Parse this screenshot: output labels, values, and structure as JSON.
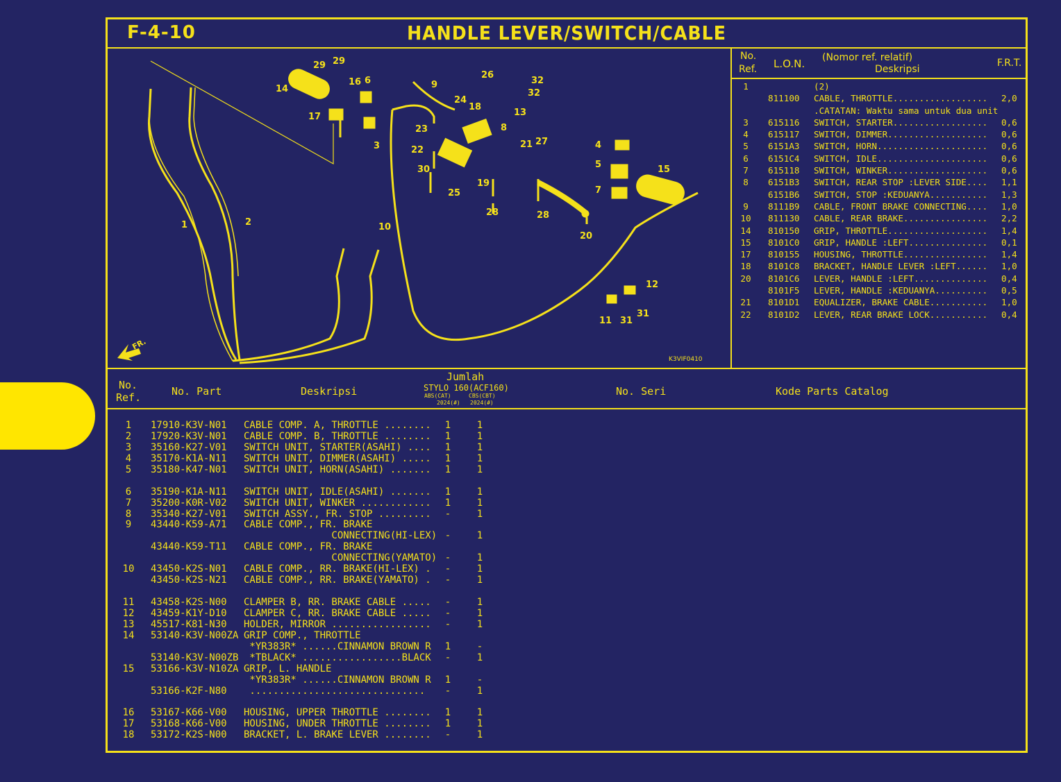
{
  "header": {
    "code": "F-4-10",
    "title": "HANDLE LEVER/SWITCH/CABLE"
  },
  "diagram": {
    "drawing_code": "K3VIF0410",
    "direction": "FR.",
    "callouts": [
      "1",
      "2",
      "3",
      "4",
      "5",
      "6",
      "7",
      "8",
      "9",
      "10",
      "11",
      "12",
      "13",
      "14",
      "15",
      "16",
      "17",
      "18",
      "19",
      "20",
      "21",
      "22",
      "23",
      "24",
      "25",
      "26",
      "27",
      "28",
      "28",
      "29",
      "29",
      "30",
      "31",
      "31",
      "32",
      "32"
    ]
  },
  "ref_panel": {
    "head_no": "No.",
    "head_ref": "Ref.",
    "head_lon": "L.O.N.",
    "head_desc1": "(Nomor ref. relatif)",
    "head_desc2": "Deskripsi",
    "head_frt": "F.R.T.",
    "rows": [
      {
        "ref": "1",
        "lon": "",
        "desc": "(2)",
        "frt": ""
      },
      {
        "ref": "",
        "lon": "811100",
        "desc": "CABLE, THROTTLE..................",
        "frt": "2,0"
      },
      {
        "ref": "",
        "lon": "",
        "desc": ".CATATAN: Waktu sama untuk dua unit",
        "frt": ""
      },
      {
        "ref": "3",
        "lon": "615116",
        "desc": "SWITCH, STARTER..................",
        "frt": "0,6"
      },
      {
        "ref": "4",
        "lon": "615117",
        "desc": "SWITCH, DIMMER...................",
        "frt": "0,6"
      },
      {
        "ref": "5",
        "lon": "6151A3",
        "desc": "SWITCH, HORN.....................",
        "frt": "0,6"
      },
      {
        "ref": "6",
        "lon": "6151C4",
        "desc": "SWITCH, IDLE.....................",
        "frt": "0,6"
      },
      {
        "ref": "7",
        "lon": "615118",
        "desc": "SWITCH, WINKER...................",
        "frt": "0,6"
      },
      {
        "ref": "8",
        "lon": "6151B3",
        "desc": "SWITCH, REAR STOP :LEVER SIDE....",
        "frt": "1,1"
      },
      {
        "ref": "",
        "lon": "6151B6",
        "desc": "SWITCH, STOP :KEDUANYA...........",
        "frt": "1,3"
      },
      {
        "ref": "9",
        "lon": "8111B9",
        "desc": "CABLE, FRONT BRAKE CONNECTING....",
        "frt": "1,0"
      },
      {
        "ref": "10",
        "lon": "811130",
        "desc": "CABLE, REAR BRAKE................",
        "frt": "2,2"
      },
      {
        "ref": "14",
        "lon": "810150",
        "desc": "GRIP, THROTTLE...................",
        "frt": "1,4"
      },
      {
        "ref": "15",
        "lon": "8101C0",
        "desc": "GRIP, HANDLE :LEFT...............",
        "frt": "0,1"
      },
      {
        "ref": "17",
        "lon": "810155",
        "desc": "HOUSING, THROTTLE................",
        "frt": "1,4"
      },
      {
        "ref": "18",
        "lon": "8101C8",
        "desc": "BRACKET, HANDLE LEVER :LEFT......",
        "frt": "1,0"
      },
      {
        "ref": "20",
        "lon": "8101C6",
        "desc": "LEVER, HANDLE :LEFT..............",
        "frt": "0,4"
      },
      {
        "ref": "",
        "lon": "8101F5",
        "desc": "LEVER, HANDLE :KEDUANYA..........",
        "frt": "0,5"
      },
      {
        "ref": "21",
        "lon": "8101D1",
        "desc": "EQUALIZER, BRAKE CABLE...........",
        "frt": "1,0"
      },
      {
        "ref": "22",
        "lon": "8101D2",
        "desc": "LEVER, REAR BRAKE LOCK...........",
        "frt": "0,4"
      }
    ]
  },
  "columns": {
    "no": "No.",
    "ref": "Ref.",
    "part": "No. Part",
    "desc": "Deskripsi",
    "jumlah": "Jumlah",
    "model": "STYLO 160(ACF160)",
    "v1": "ABS(CAT)",
    "v2": "CBS(CBT)",
    "y1": "2024(#)",
    "y2": "2024(#)",
    "seri": "No. Seri",
    "catalog": "Kode Parts Catalog"
  },
  "parts": [
    {
      "ref": "1",
      "part": "17910-K3V-N01",
      "desc": "CABLE COMP. A, THROTTLE ........",
      "q1": "1",
      "q2": "1"
    },
    {
      "ref": "2",
      "part": "17920-K3V-N01",
      "desc": "CABLE COMP. B, THROTTLE ........",
      "q1": "1",
      "q2": "1"
    },
    {
      "ref": "3",
      "part": "35160-K27-V01",
      "desc": "SWITCH UNIT, STARTER(ASAHI) ....",
      "q1": "1",
      "q2": "1"
    },
    {
      "ref": "4",
      "part": "35170-K1A-N11",
      "desc": "SWITCH UNIT, DIMMER(ASAHI) .....",
      "q1": "1",
      "q2": "1"
    },
    {
      "ref": "5",
      "part": "35180-K47-N01",
      "desc": "SWITCH UNIT, HORN(ASAHI) .......",
      "q1": "1",
      "q2": "1"
    },
    {
      "blank": true
    },
    {
      "ref": "6",
      "part": "35190-K1A-N11",
      "desc": "SWITCH UNIT, IDLE(ASAHI) .......",
      "q1": "1",
      "q2": "1"
    },
    {
      "ref": "7",
      "part": "35200-K0R-V02",
      "desc": "SWITCH UNIT, WINKER ............",
      "q1": "1",
      "q2": "1"
    },
    {
      "ref": "8",
      "part": "35340-K27-V01",
      "desc": "SWITCH ASSY., FR. STOP .........",
      "q1": "-",
      "q2": "1"
    },
    {
      "ref": "9",
      "part": "43440-K59-A71",
      "desc": "CABLE COMP., FR. BRAKE",
      "q1": "",
      "q2": ""
    },
    {
      "ref": "",
      "part": "",
      "desc": "               CONNECTING(HI-LEX)",
      "q1": "-",
      "q2": "1"
    },
    {
      "ref": "",
      "part": "43440-K59-T11",
      "desc": "CABLE COMP., FR. BRAKE",
      "q1": "",
      "q2": ""
    },
    {
      "ref": "",
      "part": "",
      "desc": "               CONNECTING(YAMATO)",
      "q1": "-",
      "q2": "1"
    },
    {
      "ref": "10",
      "part": "43450-K2S-N01",
      "desc": "CABLE COMP., RR. BRAKE(HI-LEX) .",
      "q1": "-",
      "q2": "1"
    },
    {
      "ref": "",
      "part": "43450-K2S-N21",
      "desc": "CABLE COMP., RR. BRAKE(YAMATO) .",
      "q1": "-",
      "q2": "1"
    },
    {
      "blank": true
    },
    {
      "ref": "11",
      "part": "43458-K2S-N00",
      "desc": "CLAMPER B, RR. BRAKE CABLE .....",
      "q1": "-",
      "q2": "1"
    },
    {
      "ref": "12",
      "part": "43459-K1Y-D10",
      "desc": "CLAMPER C, RR. BRAKE CABLE .....",
      "q1": "-",
      "q2": "1"
    },
    {
      "ref": "13",
      "part": "45517-K81-N30",
      "desc": "HOLDER, MIRROR .................",
      "q1": "-",
      "q2": "1"
    },
    {
      "ref": "14",
      "part": "53140-K3V-N00ZA",
      "desc": "GRIP COMP., THROTTLE",
      "q1": "",
      "q2": ""
    },
    {
      "ref": "",
      "part": "",
      "desc": " *YR383R* ......CINNAMON BROWN R",
      "q1": "1",
      "q2": "-"
    },
    {
      "ref": "",
      "part": "53140-K3V-N00ZB",
      "desc": " *TBLACK* .................BLACK",
      "q1": "-",
      "q2": "1"
    },
    {
      "ref": "15",
      "part": "53166-K3V-N10ZA",
      "desc": "GRIP, L. HANDLE",
      "q1": "",
      "q2": ""
    },
    {
      "ref": "",
      "part": "",
      "desc": " *YR383R* ......CINNAMON BROWN R",
      "q1": "1",
      "q2": "-"
    },
    {
      "ref": "",
      "part": "53166-K2F-N80",
      "desc": " ..............................",
      "q1": "-",
      "q2": "1"
    },
    {
      "blank": true
    },
    {
      "ref": "16",
      "part": "53167-K66-V00",
      "desc": "HOUSING, UPPER THROTTLE ........",
      "q1": "1",
      "q2": "1"
    },
    {
      "ref": "17",
      "part": "53168-K66-V00",
      "desc": "HOUSING, UNDER THROTTLE ........",
      "q1": "1",
      "q2": "1"
    },
    {
      "ref": "18",
      "part": "53172-K2S-N00",
      "desc": "BRACKET, L. BRAKE LEVER ........",
      "q1": "-",
      "q2": "1"
    }
  ],
  "colors": {
    "background": "#232463",
    "ink": "#f5e11a",
    "tab": "#ffe600"
  }
}
